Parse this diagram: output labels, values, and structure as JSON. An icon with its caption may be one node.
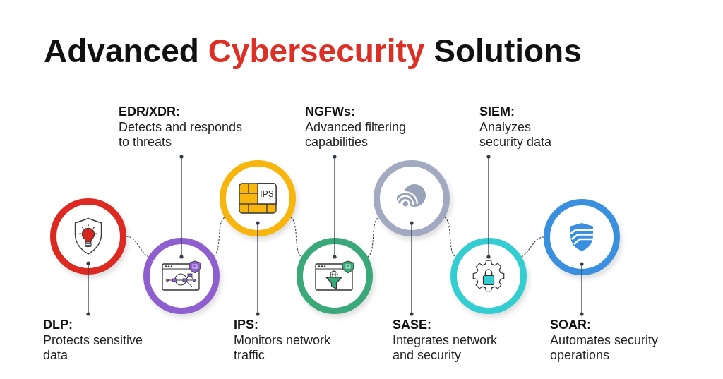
{
  "diagram": {
    "title": "Advanced **Cybersecurity** Solutions",
    "nodes": [
      {
        "text": [],
        "shape": "circle"
      },
      {
        "text": [
          "DLP:",
          "Protects sensitive data"
        ]
      },
      {
        "text": [],
        "shape": "circle"
      },
      {
        "text": [
          "EDR/XDR:",
          "Detects and responds to threats"
        ]
      },
      {
        "text": [],
        "shape": "circle"
      },
      {
        "text": [
          "IPS:",
          "Monitors network traffic"
        ]
      },
      {
        "text": [],
        "shape": "circle"
      },
      {
        "text": [
          "NGFWs:",
          "Advanced filtering capabilities"
        ]
      },
      {
        "text": [],
        "shape": "circle"
      },
      {
        "text": [
          "SASE:",
          "Integrates network and security"
        ]
      },
      {
        "text": [],
        "shape": "circle"
      },
      {
        "text": [
          "SIEM:",
          "Analyzes security data"
        ]
      },
      {
        "text": [],
        "shape": "circle"
      },
      {
        "text": [
          "SOAR:",
          "Automates security operations"
        ]
      }
    ],
    "edges": [
      {
        "from": 0,
        "to": 2,
        "arrow": "none",
        "style": "dashed"
      },
      {
        "from": 2,
        "to": 4,
        "arrow": "none",
        "style": "dashed"
      },
      {
        "from": 4,
        "to": 6,
        "arrow": "none",
        "style": "dashed"
      },
      {
        "from": 6,
        "to": 8,
        "arrow": "none",
        "style": "dashed"
      },
      {
        "from": 8,
        "to": 10,
        "arrow": "none",
        "style": "dashed"
      },
      {
        "from": 10,
        "to": 12,
        "arrow": "none",
        "style": "dashed"
      },
      {
        "from": 1,
        "to": 0,
        "arrow": "other"
      },
      {
        "from": 3,
        "to": 2,
        "arrow": "other"
      },
      {
        "from": 5,
        "to": 4,
        "arrow": "other"
      },
      {
        "from": 7,
        "to": 6,
        "arrow": "other"
      },
      {
        "from": 9,
        "to": 8,
        "arrow": "other"
      },
      {
        "from": 11,
        "to": 10,
        "arrow": "other"
      },
      {
        "from": 13,
        "to": 12,
        "arrow": "other"
      }
    ],
    "labels": [
      "IPS"
    ]
  }
}
